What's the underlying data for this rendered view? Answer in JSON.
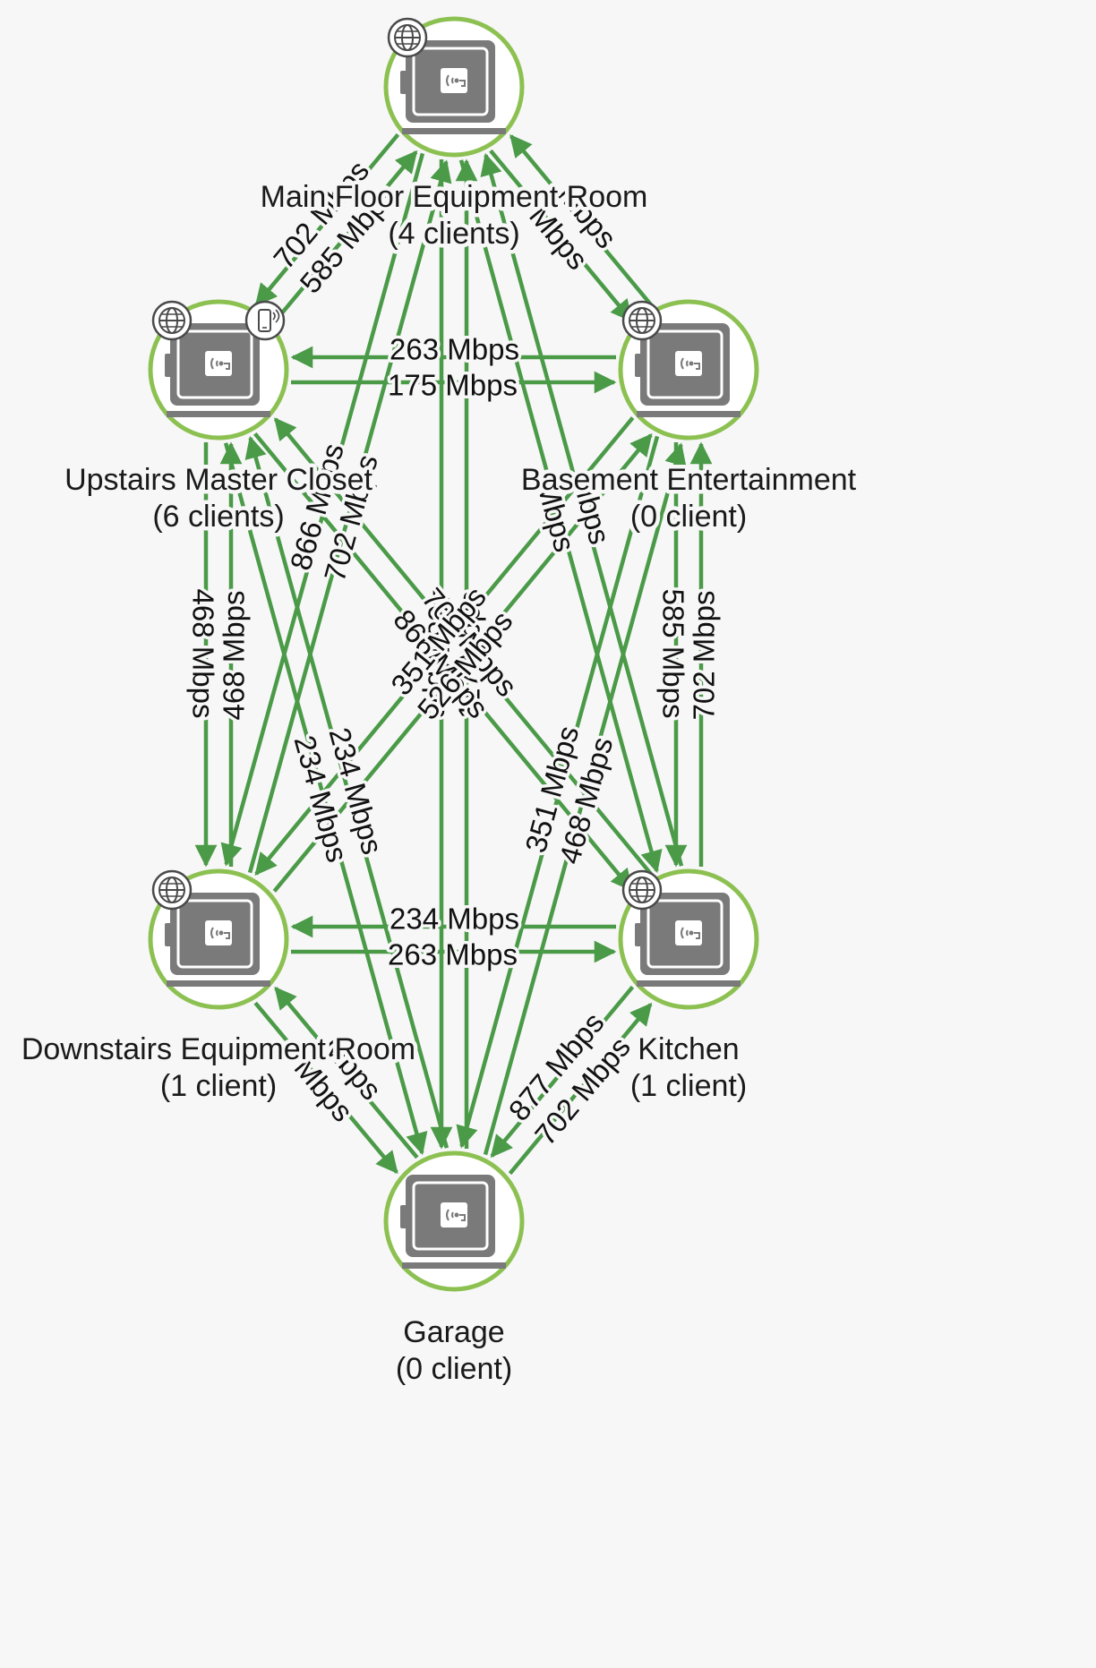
{
  "colors": {
    "background": "#f7f7f7",
    "link": "#4a9a48",
    "node_ring": "#8cc152",
    "node_fill": "#ffffff",
    "device": "#7a7a7a",
    "badge_stroke": "#4a4a4a"
  },
  "icons": {
    "device": "mesh-router-icon",
    "internet": "globe-icon",
    "mobile": "phone-icon"
  },
  "nodes": [
    {
      "id": "main",
      "name": "Main Floor Equipment Room",
      "clients": "(4 clients)",
      "badges": [
        "globe-icon"
      ]
    },
    {
      "id": "upstairs",
      "name": "Upstairs Master Closet",
      "clients": "(6 clients)",
      "badges": [
        "globe-icon",
        "phone-icon"
      ]
    },
    {
      "id": "basement",
      "name": "Basement Entertainment",
      "clients": "(0 client)",
      "badges": [
        "globe-icon"
      ]
    },
    {
      "id": "downstairs",
      "name": "Downstairs Equipment Room",
      "clients": "(1 client)",
      "badges": [
        "globe-icon"
      ]
    },
    {
      "id": "kitchen",
      "name": "Kitchen",
      "clients": "(1 client)",
      "badges": [
        "globe-icon"
      ]
    },
    {
      "id": "garage",
      "name": "Garage",
      "clients": "(0 client)",
      "badges": []
    }
  ],
  "links": [
    {
      "from": "main",
      "to": "upstairs",
      "label": "702 Mbps"
    },
    {
      "from": "upstairs",
      "to": "main",
      "label": "585 Mbps"
    },
    {
      "from": "main",
      "to": "basement",
      "label": "Mbps"
    },
    {
      "from": "basement",
      "to": "main",
      "label": "Mbps"
    },
    {
      "from": "upstairs",
      "to": "basement",
      "label": "175 Mbps"
    },
    {
      "from": "basement",
      "to": "upstairs",
      "label": "263 Mbps"
    },
    {
      "from": "main",
      "to": "downstairs",
      "label": "866 Mbps"
    },
    {
      "from": "downstairs",
      "to": "main",
      "label": "702 Mbps"
    },
    {
      "from": "main",
      "to": "kitchen",
      "label": "Mbps"
    },
    {
      "from": "kitchen",
      "to": "main",
      "label": "Mbps"
    },
    {
      "from": "main",
      "to": "garage",
      "label": "468 Mbps"
    },
    {
      "from": "garage",
      "to": "main",
      "label": "117 Mbps"
    },
    {
      "from": "upstairs",
      "to": "downstairs",
      "label": "468 Mbps"
    },
    {
      "from": "downstairs",
      "to": "upstairs",
      "label": "468 Mbps"
    },
    {
      "from": "upstairs",
      "to": "kitchen",
      "label": "866 Mbps"
    },
    {
      "from": "kitchen",
      "to": "upstairs",
      "label": "702 Mbps"
    },
    {
      "from": "upstairs",
      "to": "garage",
      "label": "234 Mbps"
    },
    {
      "from": "garage",
      "to": "upstairs",
      "label": "234 Mbps"
    },
    {
      "from": "basement",
      "to": "downstairs",
      "label": "351 Mbps"
    },
    {
      "from": "downstairs",
      "to": "basement",
      "label": "526 Mbps"
    },
    {
      "from": "basement",
      "to": "kitchen",
      "label": "585 Mbps"
    },
    {
      "from": "kitchen",
      "to": "basement",
      "label": "702 Mbps"
    },
    {
      "from": "basement",
      "to": "garage",
      "label": "351 Mbps"
    },
    {
      "from": "garage",
      "to": "basement",
      "label": "468 Mbps"
    },
    {
      "from": "downstairs",
      "to": "kitchen",
      "label": "263 Mbps"
    },
    {
      "from": "kitchen",
      "to": "downstairs",
      "label": "234 Mbps"
    },
    {
      "from": "downstairs",
      "to": "garage",
      "label": "Mbps"
    },
    {
      "from": "garage",
      "to": "downstairs",
      "label": "Mbps"
    },
    {
      "from": "kitchen",
      "to": "garage",
      "label": "877 Mbps"
    },
    {
      "from": "garage",
      "to": "kitchen",
      "label": "702 Mbps"
    }
  ]
}
